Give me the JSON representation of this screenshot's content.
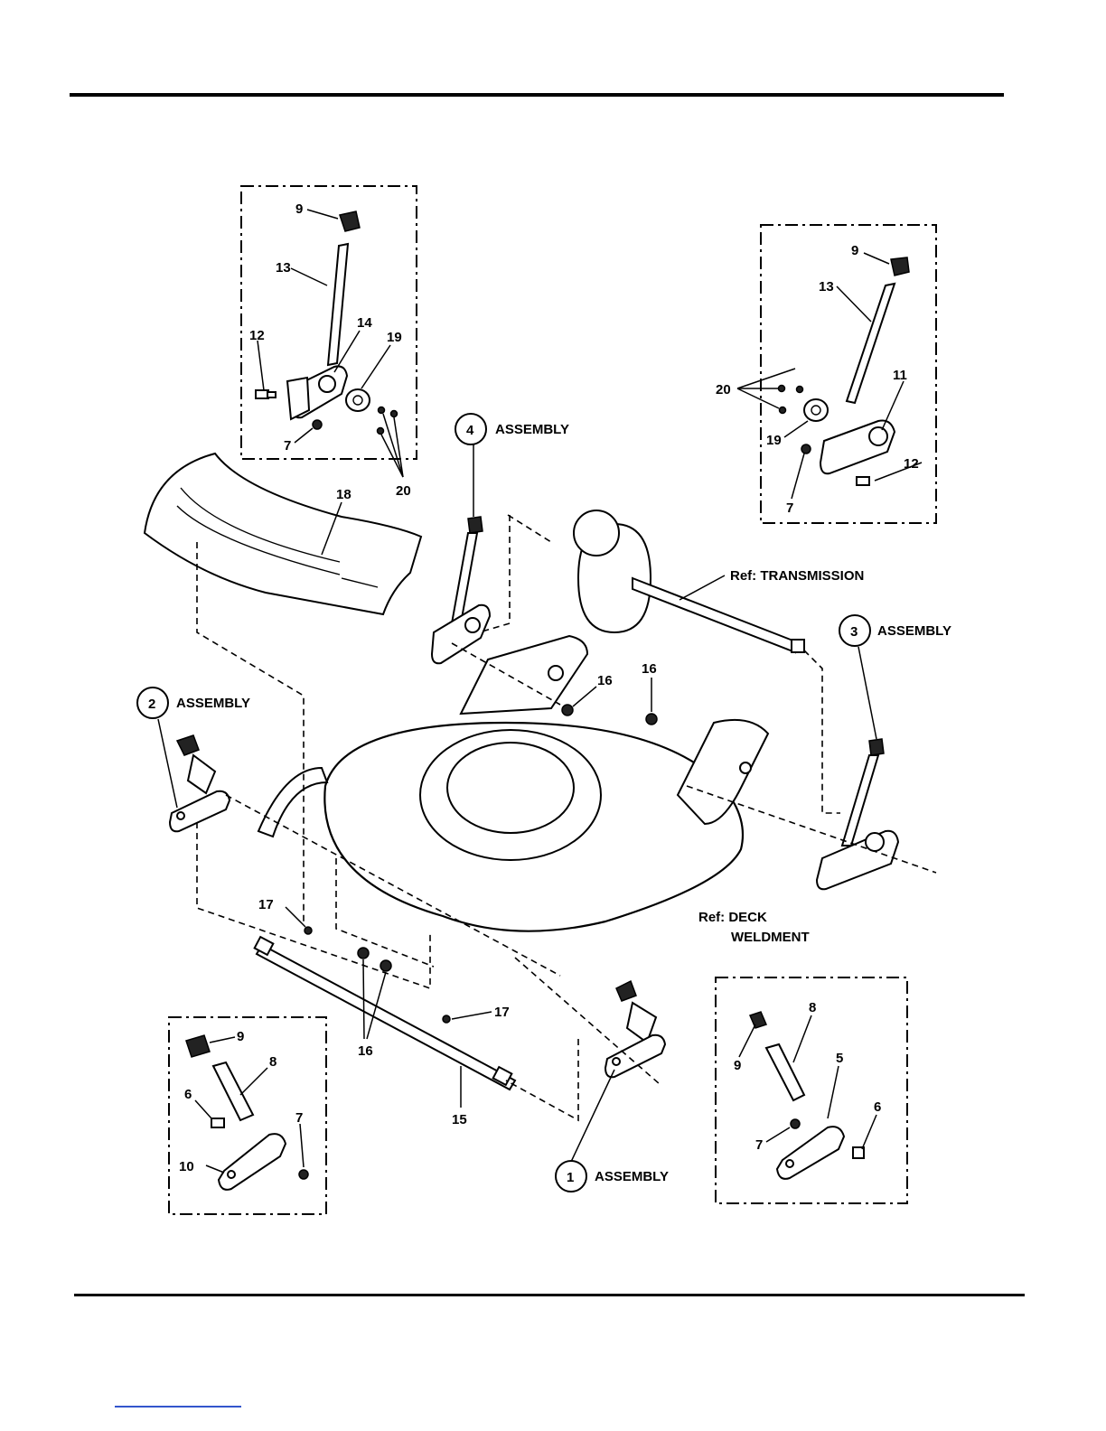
{
  "callouts": {
    "top_left": {
      "c9": "9",
      "c13": "13",
      "c12": "12",
      "c14": "14",
      "c19": "19",
      "c7": "7",
      "c20": "20"
    },
    "top_right": {
      "c9": "9",
      "c13": "13",
      "c20": "20",
      "c11": "11",
      "c19": "19",
      "c12": "12",
      "c7": "7"
    },
    "bottom_left": {
      "c9": "9",
      "c8": "8",
      "c6": "6",
      "c7": "7",
      "c10": "10"
    },
    "bottom_right": {
      "c8": "8",
      "c9": "9",
      "c5": "5",
      "c6": "6",
      "c7": "7"
    },
    "main": {
      "c18": "18",
      "c16a": "16",
      "c16b": "16",
      "c16c": "16",
      "c17a": "17",
      "c17b": "17",
      "c15": "15"
    }
  },
  "assemblies": [
    {
      "number": "4",
      "label": "ASSEMBLY"
    },
    {
      "number": "3",
      "label": "ASSEMBLY"
    },
    {
      "number": "2",
      "label": "ASSEMBLY"
    },
    {
      "number": "1",
      "label": "ASSEMBLY"
    }
  ],
  "references": {
    "transmission": "Ref: TRANSMISSION",
    "deck_line1": "Ref: DECK",
    "deck_line2": "WELDMENT"
  }
}
